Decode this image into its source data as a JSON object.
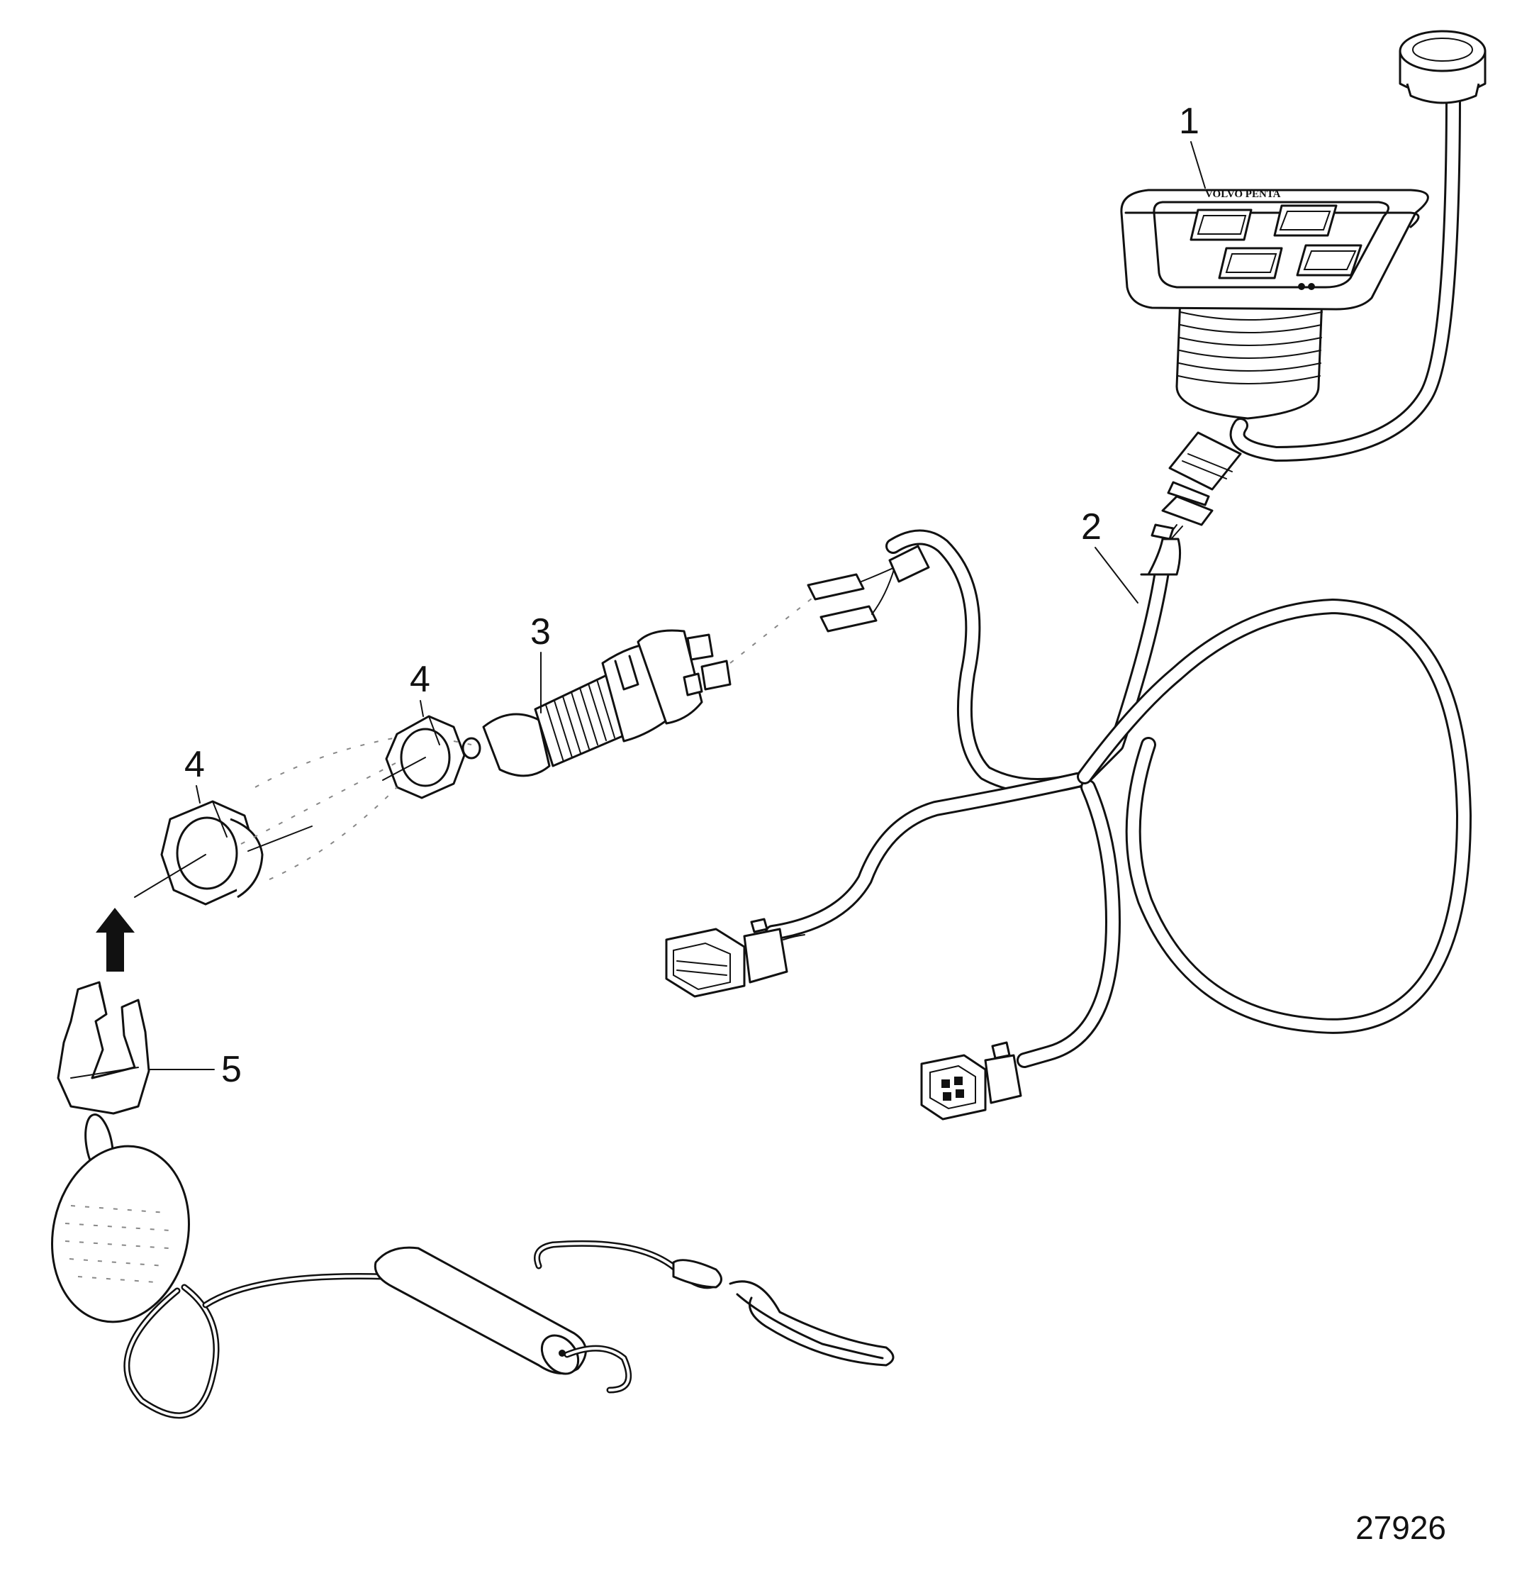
{
  "callouts": [
    {
      "id": "1",
      "label": "1"
    },
    {
      "id": "2",
      "label": "2"
    },
    {
      "id": "3",
      "label": "3"
    },
    {
      "id": "4a",
      "label": "4"
    },
    {
      "id": "4b",
      "label": "4"
    },
    {
      "id": "5",
      "label": "5"
    }
  ],
  "figure_number": "27926",
  "panel_brand": "VOLVO PENTA",
  "colors": {
    "line": "#111111",
    "background": "#ffffff"
  }
}
